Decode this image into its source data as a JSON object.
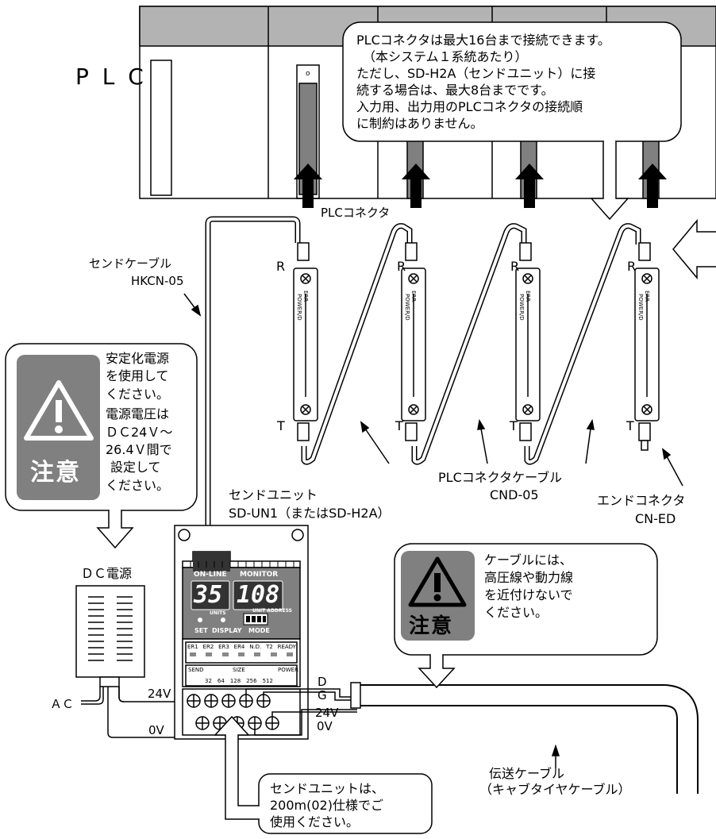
{
  "plc": {
    "label": "P L C"
  },
  "callout_plc": {
    "lines": [
      "PLCコネクタは最大16台まで接続できます。",
      "（本システム１系統あたり）",
      "ただし、SD-H2A（センドユニット）に接",
      "続する場合は、最大8台までです。",
      "入力用、出力用のPLCコネクタの接続順",
      "に制約はありません。"
    ]
  },
  "labels": {
    "plc_connector": "PLCコネクタ",
    "send_cable": "センドケーブル",
    "send_cable_model": "HKCN-05",
    "r": "R",
    "t": "T",
    "plc_connector_cable": "PLCコネクタケーブル",
    "plc_connector_cable_model": "CND-05",
    "end_connector": "エンドコネクタ",
    "end_connector_model": "CN-ED",
    "send_unit": "センドユニット",
    "send_unit_model": "SD-UN1（またはSD-H2A）",
    "dc_power": "ＤＣ電源",
    "ac": "ＡＣ",
    "v24": "24V",
    "v0": "0V",
    "d": "D",
    "g": "G",
    "v24_right": "24V",
    "v0_right": "0V",
    "transmission_cable": "伝送ケーブル",
    "transmission_cable_sub": "（キャブタイヤケーブル）"
  },
  "caution1": {
    "badge": "注意",
    "lines": [
      "安定化電源",
      "を使用して",
      "ください。",
      "電源電圧は",
      "ＤＣ24Ｖ～",
      "26.4Ｖ間で",
      "設定して",
      "ください。"
    ]
  },
  "caution2": {
    "badge": "注意",
    "lines": [
      "ケーブルには、",
      "高圧線や動力線",
      "を近付けないで",
      "ください。"
    ]
  },
  "callout_send": {
    "lines": [
      "センドユニットは、",
      "200m(02)仕様でご",
      "使用ください。"
    ]
  },
  "panel": {
    "online": "ON-LINE",
    "monitor": "MONITOR",
    "units_value": "35",
    "monitor_value": "108",
    "units": "UNITS",
    "unit_address": "UNIT ADDRESS",
    "set": "SET",
    "display": "DISPLAY",
    "mode": "MODE",
    "leds_top": [
      "ER1",
      "ER2",
      "ER3",
      "ER4",
      "N.D.",
      "T2",
      "READY"
    ],
    "send": "SEND",
    "size": "SIZE",
    "power": "POWER",
    "size_values": [
      "32",
      "64",
      "128",
      "256",
      "512"
    ]
  },
  "connector_marks": {
    "err": "ERR",
    "power": "POWER/D"
  }
}
